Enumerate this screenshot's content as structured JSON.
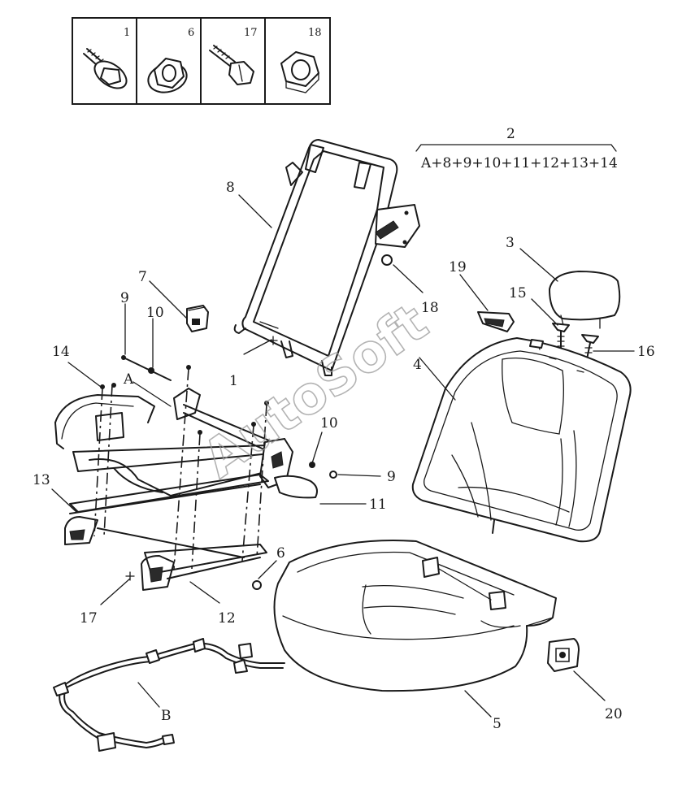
{
  "fastener_panel": {
    "cells": [
      {
        "number": "1",
        "icon": "flange-bolt-icon"
      },
      {
        "number": "6",
        "icon": "flange-nut-icon"
      },
      {
        "number": "17",
        "icon": "hex-bolt-icon"
      },
      {
        "number": "18",
        "icon": "hex-nut-icon"
      }
    ]
  },
  "assembly": {
    "number": "2",
    "formula": "A+8+9+10+11+12+13+14"
  },
  "callouts": {
    "c3": "3",
    "c4": "4",
    "c5": "5",
    "c6": "6",
    "c7": "7",
    "c8": "8",
    "c9a": "9",
    "c9b": "9",
    "c10a": "10",
    "c10b": "10",
    "c11": "11",
    "c12": "12",
    "c13": "13",
    "c14": "14",
    "c15": "15",
    "c16": "16",
    "c17": "17",
    "c18": "18",
    "c19": "19",
    "c20": "20",
    "c1": "1",
    "cA": "A",
    "cB": "B"
  },
  "watermark": "AutoSoft"
}
